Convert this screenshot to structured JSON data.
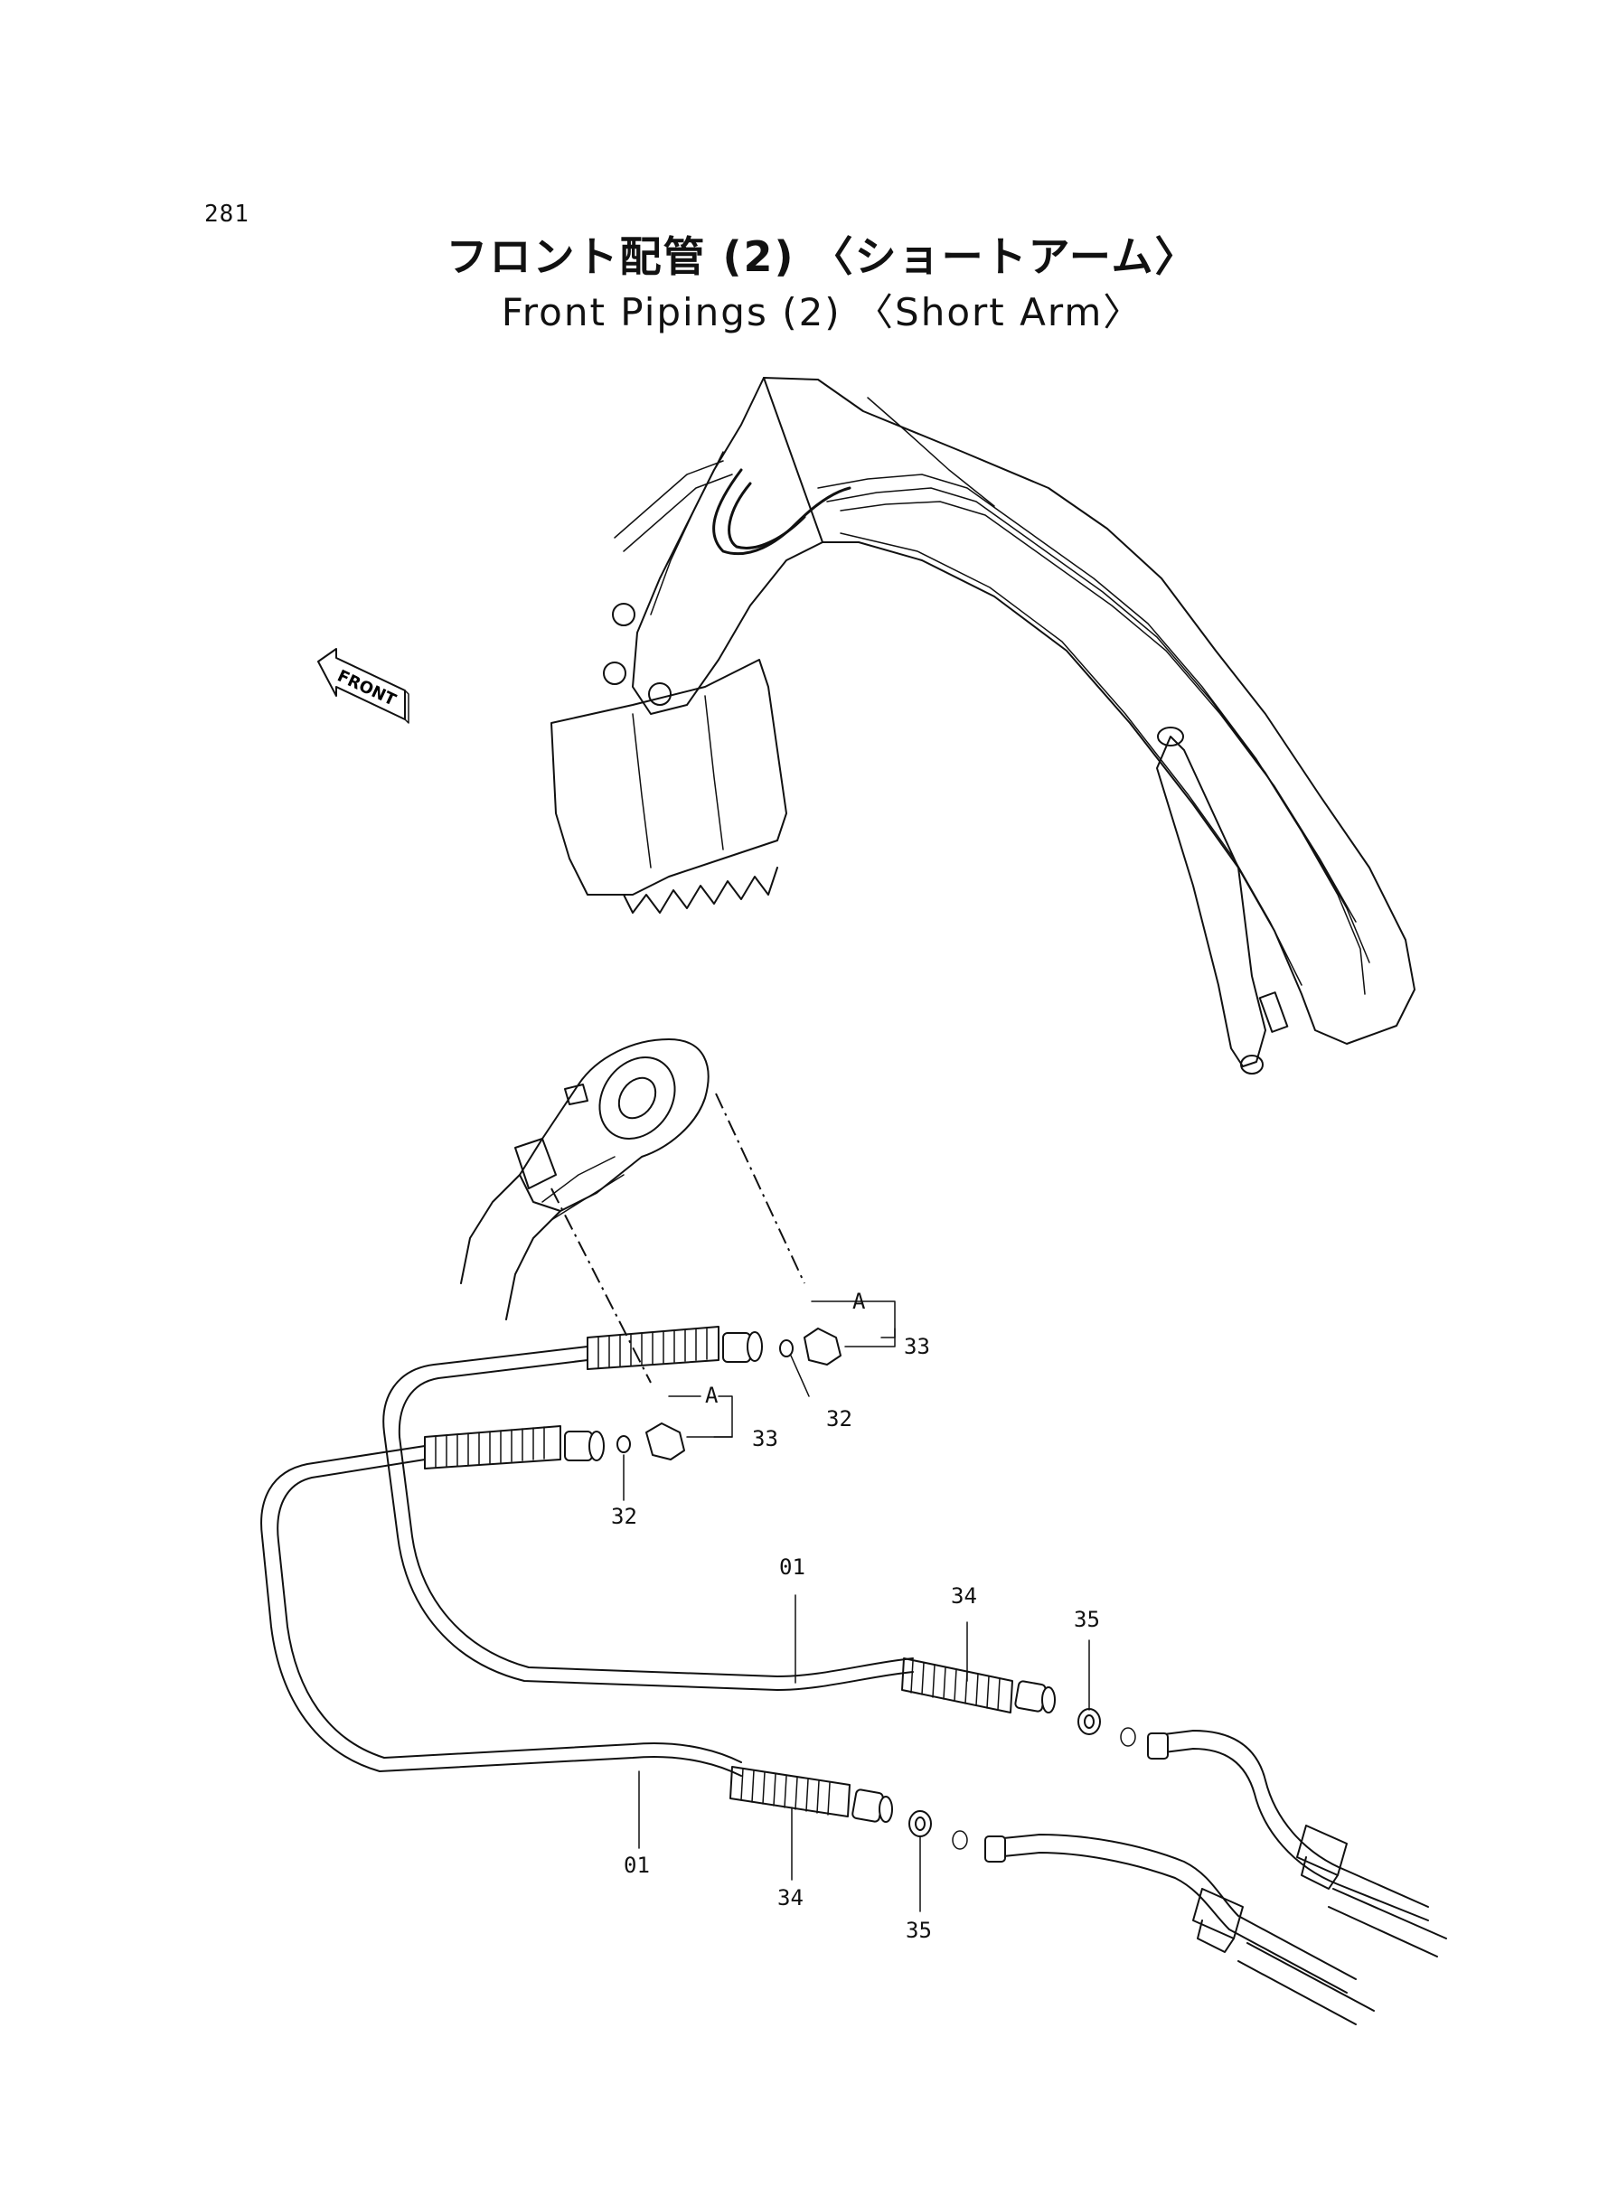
{
  "page": {
    "number": "281",
    "title_ja": "フロント配管 (2) 〈ショートアーム〉",
    "title_en": "Front Pipings (2) 〈Short Arm〉"
  },
  "front_arrow": {
    "label": "FRONT"
  },
  "callouts": {
    "a_upper": "A",
    "a_lower": "A",
    "c33_upper": "33",
    "c33_lower": "33",
    "c32_upper": "32",
    "c32_lower": "32",
    "c01_upper": "01",
    "c01_lower": "01",
    "c34_upper": "34",
    "c34_lower": "34",
    "c35_upper": "35",
    "c35_lower": "35"
  }
}
